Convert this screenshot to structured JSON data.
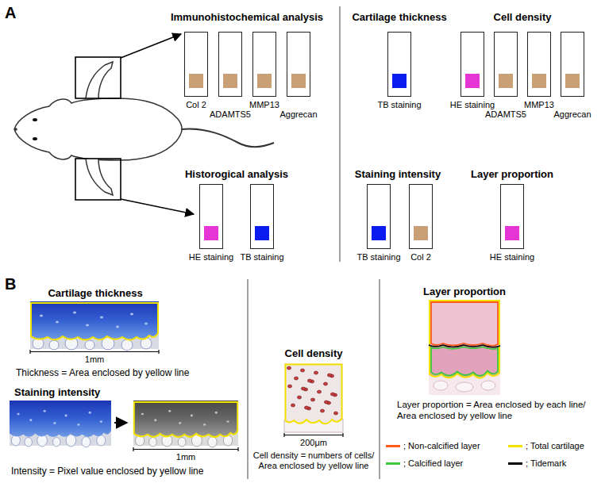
{
  "diagram": {
    "nodes": [
      {
        "text": [
          "Col 2"
        ]
      },
      {
        "text": [
          "ADAMTS5"
        ]
      },
      {
        "text": [
          "MMP13"
        ]
      },
      {
        "text": [
          "Aggrecan"
        ]
      },
      {
        "text": [
          "TB staining"
        ]
      },
      {
        "text": [
          "HE staining"
        ]
      },
      {
        "text": [
          "ADAMTS5"
        ]
      },
      {
        "text": [
          "MMP13"
        ]
      },
      {
        "text": [
          "Aggrecan"
        ]
      },
      {
        "text": [
          "HE staining"
        ]
      },
      {
        "text": [
          "TB staining"
        ]
      },
      {
        "text": [
          "TB staining"
        ]
      },
      {
        "text": [
          "Col 2"
        ]
      },
      {
        "text": [
          "HE staining"
        ]
      }
    ],
    "labels": [
      "A",
      "Immunohistochemical analysis",
      "Cartilage thickness",
      "Cell density",
      "Historogical analysis",
      "Staining intensity",
      "Layer proportion",
      "B",
      "Cartilage thickness",
      "1mm",
      "Thickness = Area enclosed by yellow line",
      "Staining intensity",
      "1mm",
      "Intensity = Pixel value enclosed by yellow line",
      "Cell density",
      "200μm",
      "Cell density = numbers of cells/ Area enclosed by yellow line",
      "Layer proportion",
      "Layer proportion = Area enclosed by each line/ Area enclosed by yellow line"
    ],
    "legend": [
      {
        "text": "; Non-calcified layer",
        "color": "#ff5a1e"
      },
      {
        "text": "; Total cartilage",
        "color": "#f2e200"
      },
      {
        "text": "; Calcified layer",
        "color": "#3cc83c"
      },
      {
        "text": "; Tidemark",
        "color": "#000000"
      }
    ]
  }
}
